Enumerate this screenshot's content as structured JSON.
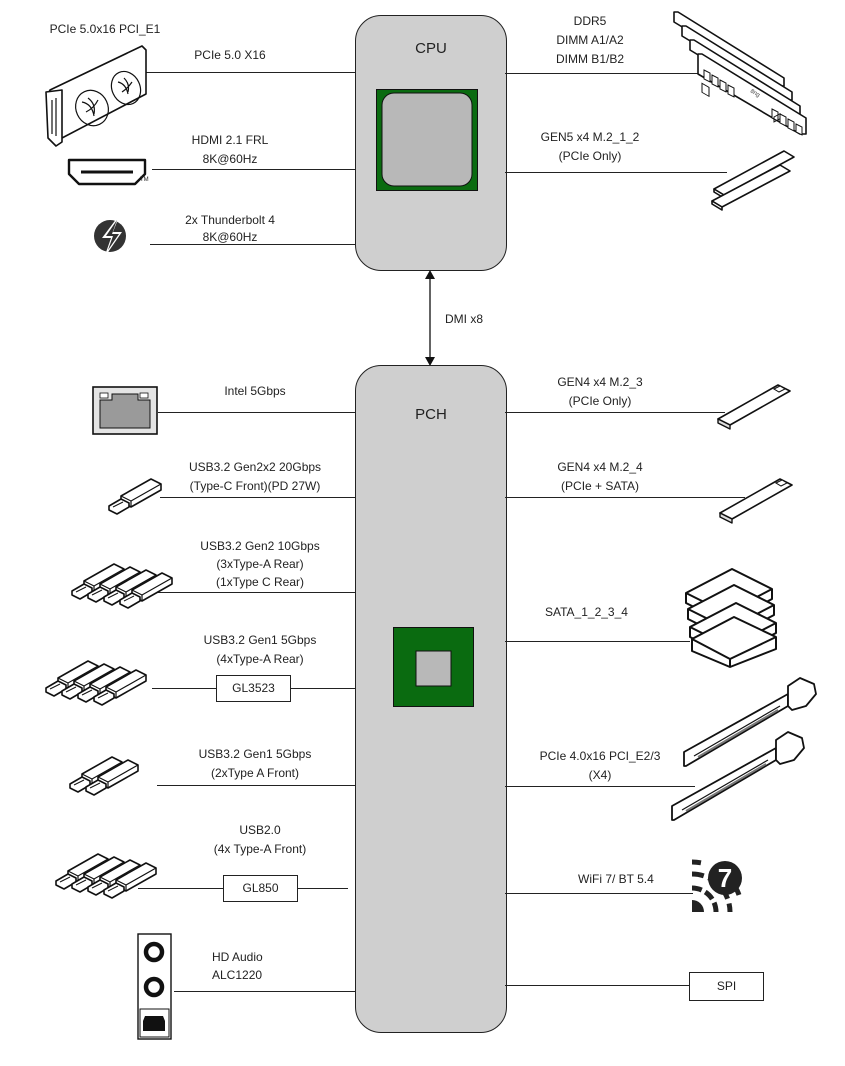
{
  "diagram": {
    "type": "block-diagram",
    "colors": {
      "chip_fill": "#cfcfcf",
      "die_green": "#0a6b10",
      "die_gray": "#b8b8b8",
      "line": "#222222"
    },
    "cpu": {
      "title": "CPU"
    },
    "pch": {
      "title": "PCH"
    },
    "link": {
      "label": "DMI x8"
    },
    "cpu_left": [
      {
        "device": "PCIe 5.0x16 PCI_E1",
        "label": [
          "PCIe 5.0 X16"
        ],
        "icon": "graphics-card-icon"
      },
      {
        "label": [
          "HDMI 2.1 FRL",
          "8K@60Hz"
        ],
        "icon": "hdmi-icon",
        "trademark": "TM"
      },
      {
        "label": [
          "2x Thunderbolt 4",
          "8K@60Hz"
        ],
        "icon": "thunderbolt-icon"
      }
    ],
    "cpu_right": [
      {
        "label": [
          "DDR5",
          "DIMM A1/A2",
          "DIMM B1/B2"
        ],
        "icon": "dimm-memory-icon"
      },
      {
        "label": [
          "GEN5 x4 M.2_1_2",
          "(PCIe Only)"
        ],
        "icon": "m2-ssd-icon"
      }
    ],
    "pch_left": [
      {
        "label": [
          "Intel 5Gbps"
        ],
        "icon": "ethernet-port-icon"
      },
      {
        "label": [
          "USB3.2 Gen2x2 20Gbps",
          "(Type-C Front)(PD 27W)"
        ],
        "icon": "usb-stick-icon"
      },
      {
        "label": [
          "USB3.2 Gen2 10Gbps",
          "(3xType-A Rear)",
          "(1xType C Rear)"
        ],
        "icon": "usb-stick-x4-icon"
      },
      {
        "label": [
          "USB3.2 Gen1 5Gbps",
          "(4xType-A Rear)"
        ],
        "icon": "usb-stick-x4-icon",
        "controller": "GL3523"
      },
      {
        "label": [
          "USB3.2 Gen1 5Gbps",
          "(2xType A Front)"
        ],
        "icon": "usb-stick-x2-icon"
      },
      {
        "label": [
          "USB2.0",
          "(4x Type-A Front)"
        ],
        "icon": "usb-stick-x4-icon",
        "controller": "GL850"
      },
      {
        "label": [
          "HD Audio",
          "ALC1220"
        ],
        "icon": "audio-jacks-icon"
      }
    ],
    "pch_right": [
      {
        "label": [
          "GEN4 x4 M.2_3",
          "(PCIe Only)"
        ],
        "icon": "m2-ssd-icon"
      },
      {
        "label": [
          "GEN4 x4 M.2_4",
          "(PCIe + SATA)"
        ],
        "icon": "m2-ssd-icon"
      },
      {
        "label": [
          "SATA_1_2_3_4"
        ],
        "icon": "sata-drives-icon"
      },
      {
        "label": [
          "PCIe 4.0x16 PCI_E2/3",
          "(X4)"
        ],
        "icon": "pcie-slots-icon"
      },
      {
        "label": [
          "WiFi 7/ BT 5.4"
        ],
        "icon": "wifi7-icon",
        "badge": "7"
      },
      {
        "label": [],
        "icon": "",
        "controller": "SPI"
      }
    ]
  }
}
